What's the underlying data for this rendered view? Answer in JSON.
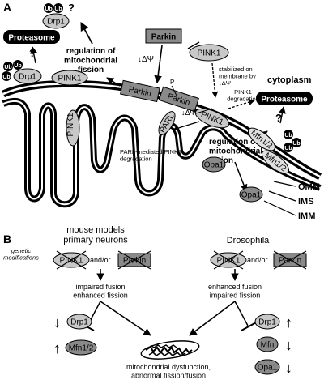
{
  "panel_a": {
    "label": "A",
    "proteasome_left": "Proteasome",
    "proteasome_right": "Proteasome",
    "question_marks": [
      "?",
      "?",
      "?"
    ],
    "ub": "Ub",
    "drp1": "Drp1",
    "pink1": "PINK1",
    "parkin": "Parkin",
    "mfn": "Mfn1/2",
    "opa1": "Opa1",
    "parl": "PARL",
    "regulation_fission": "regulation of\nmitochondrial\nfission",
    "delta_psi": "↓ΔΨ",
    "stabilized": "stabilized on\nmembrane by\n↓ΔΨ",
    "cytoplasm": "cytoplasm",
    "pink1_degradation": "PINK1\ndegradation",
    "p": "P",
    "qqq": "???",
    "regulation_fusion": "regulation of\nmitochondrial\nfusion",
    "parl_mediated": "PARL-mediated PINK1\ndegradation",
    "omm": "OMM",
    "ims": "IMS",
    "imm": "IMM"
  },
  "panel_b": {
    "label": "B",
    "mouse_title": "mouse models\nprimary neurons",
    "genetic_mod": "genetic\nmodifications",
    "drosophila": "Drosophila",
    "pink1": "PINK1",
    "and_or": "and/or",
    "parkin": "Parkin",
    "left_effect": "impaired fusion\nenhanced fission",
    "right_effect": "enhanced fusion\nimpaired fission",
    "drp1": "Drp1",
    "mfn12": "Mfn1/2",
    "mfn": "Mfn",
    "opa1": "Opa1",
    "arrow_down": "↓",
    "arrow_up": "↑",
    "outcome": "mitochondrial dysfunction,\nabnormal fission/fusion"
  }
}
